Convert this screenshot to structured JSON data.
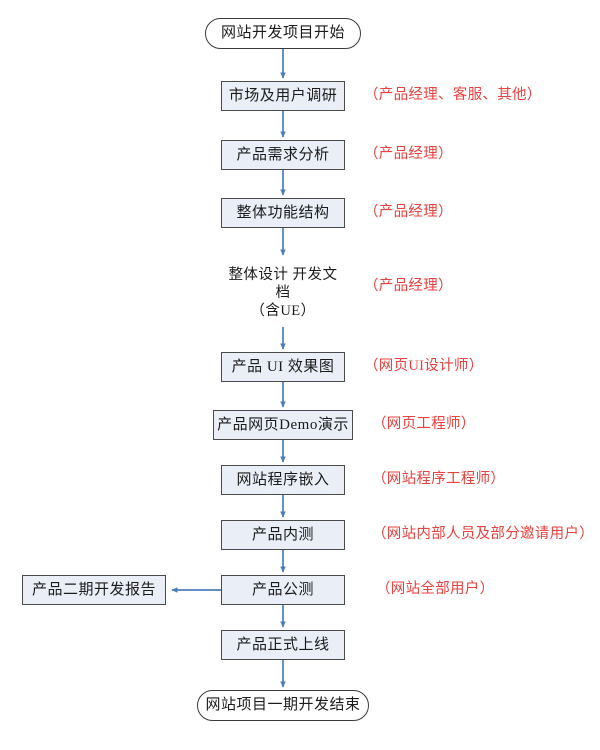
{
  "diagram": {
    "title_node_start": "网站开发项目开始",
    "title_node_end": "网站项目一期开发结束",
    "colors": {
      "node_fill": "#e9eef7",
      "node_border": "#4a4a4a",
      "connector": "#4a7ebb",
      "annotation_text": "#e8413f",
      "terminator_fill": "#ffffff",
      "background": "#ffffff"
    },
    "nodes": [
      {
        "id": "start",
        "label": "网站开发项目开始",
        "shape": "terminator"
      },
      {
        "id": "research",
        "label": "市场及用户调研",
        "shape": "process"
      },
      {
        "id": "demand",
        "label": "产品需求分析",
        "shape": "process"
      },
      {
        "id": "structure",
        "label": "整体功能结构",
        "shape": "process"
      },
      {
        "id": "designdoc",
        "label": "整体设计 开发文档\n（含UE）",
        "shape": "document"
      },
      {
        "id": "ui",
        "label": "产品 UI 效果图",
        "shape": "process"
      },
      {
        "id": "demo",
        "label": "产品网页Demo演示",
        "shape": "process"
      },
      {
        "id": "embed",
        "label": "网站程序嵌入",
        "shape": "process"
      },
      {
        "id": "alpha",
        "label": "产品内测",
        "shape": "process"
      },
      {
        "id": "beta",
        "label": "产品公测",
        "shape": "process"
      },
      {
        "id": "launch",
        "label": "产品正式上线",
        "shape": "process"
      },
      {
        "id": "end",
        "label": "网站项目一期开发结束",
        "shape": "terminator"
      },
      {
        "id": "phase2",
        "label": "产品二期开发报告",
        "shape": "process"
      }
    ],
    "annotations": [
      {
        "for": "research",
        "text": "（产品经理、客服、其他）"
      },
      {
        "for": "demand",
        "text": "（产品经理）"
      },
      {
        "for": "structure",
        "text": "（产品经理）"
      },
      {
        "for": "designdoc",
        "text": "（产品经理）"
      },
      {
        "for": "ui",
        "text": "（网页UI设计师）"
      },
      {
        "for": "demo",
        "text": "（网页工程师）"
      },
      {
        "for": "embed",
        "text": "（网站程序工程师）"
      },
      {
        "for": "alpha",
        "text": "（网站内部人员及部分邀请用户）"
      },
      {
        "for": "beta",
        "text": "（网站全部用户）"
      }
    ],
    "edges": [
      {
        "from": "start",
        "to": "research",
        "direction": "down"
      },
      {
        "from": "research",
        "to": "demand",
        "direction": "down"
      },
      {
        "from": "demand",
        "to": "structure",
        "direction": "down"
      },
      {
        "from": "structure",
        "to": "designdoc",
        "direction": "down"
      },
      {
        "from": "designdoc",
        "to": "ui",
        "direction": "down"
      },
      {
        "from": "ui",
        "to": "demo",
        "direction": "down"
      },
      {
        "from": "demo",
        "to": "embed",
        "direction": "down"
      },
      {
        "from": "embed",
        "to": "alpha",
        "direction": "down"
      },
      {
        "from": "alpha",
        "to": "beta",
        "direction": "down"
      },
      {
        "from": "beta",
        "to": "phase2",
        "direction": "left"
      },
      {
        "from": "beta",
        "to": "launch",
        "direction": "down"
      },
      {
        "from": "launch",
        "to": "end",
        "direction": "down"
      }
    ]
  }
}
